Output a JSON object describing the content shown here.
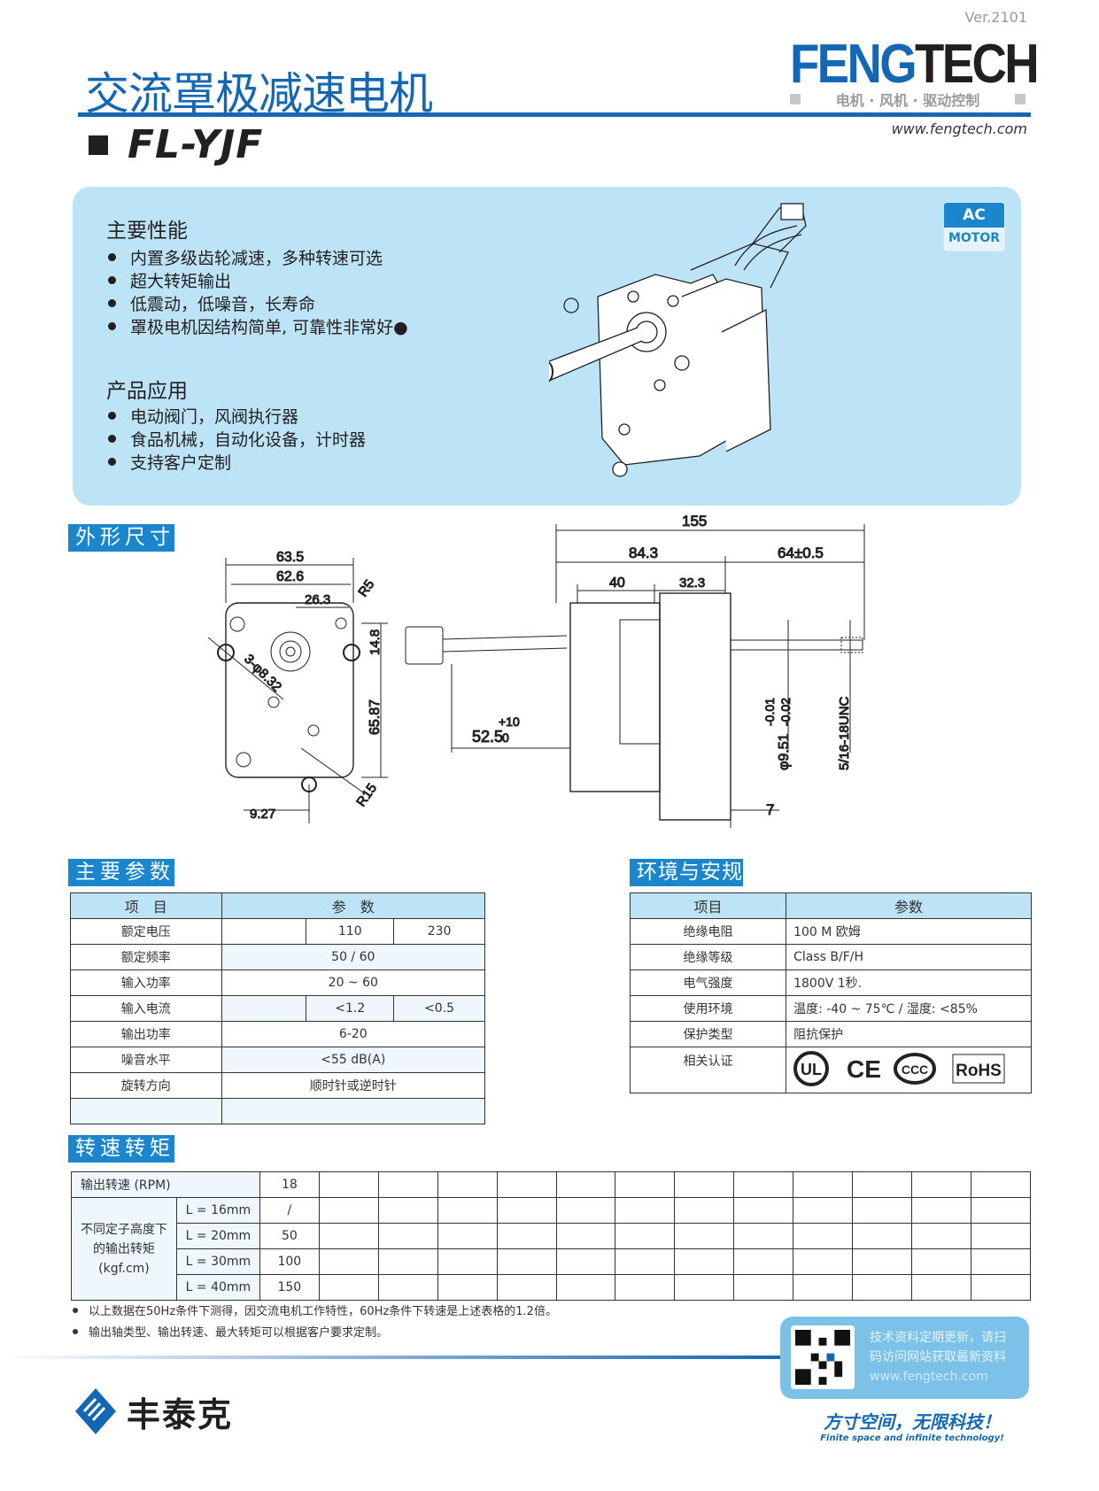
{
  "header": {
    "version": "Ver.2101",
    "title": "交流罩极减速电机",
    "logo_part1": "FENG",
    "logo_part2": "TECH",
    "logo_tagline": "电机 · 风机 · 驱动控制",
    "website": "www.fengtech.com",
    "model": "FL-YJF"
  },
  "features": {
    "heading": "主要性能",
    "items": [
      "内置多级齿轮减速，多种转速可选",
      "超大转矩输出",
      "低震动，低噪音，长寿命",
      "罩极电机因结构简单, 可靠性非常好●"
    ]
  },
  "applications": {
    "heading": "产品应用",
    "items": [
      "电动阀门，风阀执行器",
      "食品机械，自动化设备，计时器",
      "支持客户定制"
    ]
  },
  "badge": {
    "top": "AC",
    "bottom": "MOTOR"
  },
  "dimensions": {
    "heading": "外形尺寸",
    "front": {
      "d1": "63.5",
      "d2": "62.6",
      "d3": "26.3",
      "r5": "R5",
      "d4": "14.8",
      "d5": "65.87",
      "holes": "3-φ8.32",
      "r15": "R15",
      "d6": "9.27"
    },
    "side": {
      "total": "155",
      "d1": "84.3",
      "d2": "64±0.5",
      "d3": "40",
      "d4": "32.3",
      "lead": "52.5",
      "lead_tol_top": "+10",
      "lead_tol_bot": "0",
      "shaft": "φ9.51",
      "shaft_tol_top": "-0.01",
      "shaft_tol_bot": "-0.02",
      "thread": "5/16-18UNC",
      "d5": "7"
    }
  },
  "params": {
    "heading": "主要参数",
    "col_item": "项　目",
    "col_value": "参　数",
    "rows": [
      {
        "item": "额定电压",
        "v1": "110",
        "v2": "230"
      },
      {
        "item": "额定频率",
        "value": "50 / 60"
      },
      {
        "item": "输入功率",
        "value": "20 ~ 60"
      },
      {
        "item": "输入电流",
        "v1": "<1.2",
        "v2": "<0.5"
      },
      {
        "item": "输出功率",
        "value": "6-20"
      },
      {
        "item": "噪音水平",
        "value": "<55 dB(A)"
      },
      {
        "item": "旋转方向",
        "value": "顺时针或逆时针"
      }
    ]
  },
  "env": {
    "heading": "环境与安规",
    "col_item": "项目",
    "col_value": "参数",
    "rows": [
      {
        "item": "绝缘电阻",
        "value": "100 M 欧姆"
      },
      {
        "item": "绝缘等级",
        "value": "Class B/F/H"
      },
      {
        "item": "电气强度",
        "value": "1800V  1秒."
      },
      {
        "item": "使用环境",
        "value": "温度: -40 ~ 75℃ / 湿度: <85%"
      },
      {
        "item": "保护类型",
        "value": "阻抗保护"
      },
      {
        "item": "相关认证"
      }
    ],
    "certs": {
      "ul": "UL",
      "ce": "CE",
      "ccc": "CCC",
      "rohs": "RoHS"
    }
  },
  "speed_torque": {
    "heading": "转速转矩",
    "rpm_label": "输出转速 (RPM)",
    "rpm_values": [
      "18"
    ],
    "torque_label": "不同定子高度下的输出转矩 (kgf.cm)",
    "rows": [
      {
        "label": "L = 16mm",
        "values": [
          "/"
        ]
      },
      {
        "label": "L = 20mm",
        "values": [
          "50"
        ]
      },
      {
        "label": "L = 30mm",
        "values": [
          "100"
        ]
      },
      {
        "label": "L = 40mm",
        "values": [
          "150"
        ]
      }
    ]
  },
  "notes": [
    "以上数据在50Hz条件下测得，因交流电机工作特性，60Hz条件下转速是上述表格的1.2倍。",
    "输出轴类型、输出转速、最大转矩可以根据客户要求定制。"
  ],
  "footer": {
    "qr_line1": "技术资料定期更新，请扫",
    "qr_line2": "码访问网站获取最新资料",
    "qr_url": "www.fengtech.com",
    "brand": "丰泰克",
    "slogan_cn": "方寸空间，无限科技！",
    "slogan_en": "Finite space and infinite technology!"
  },
  "colors": {
    "brand_blue": "#1467b3",
    "section_blue": "#1b86cc",
    "panel_blue": "#bde3f6"
  }
}
